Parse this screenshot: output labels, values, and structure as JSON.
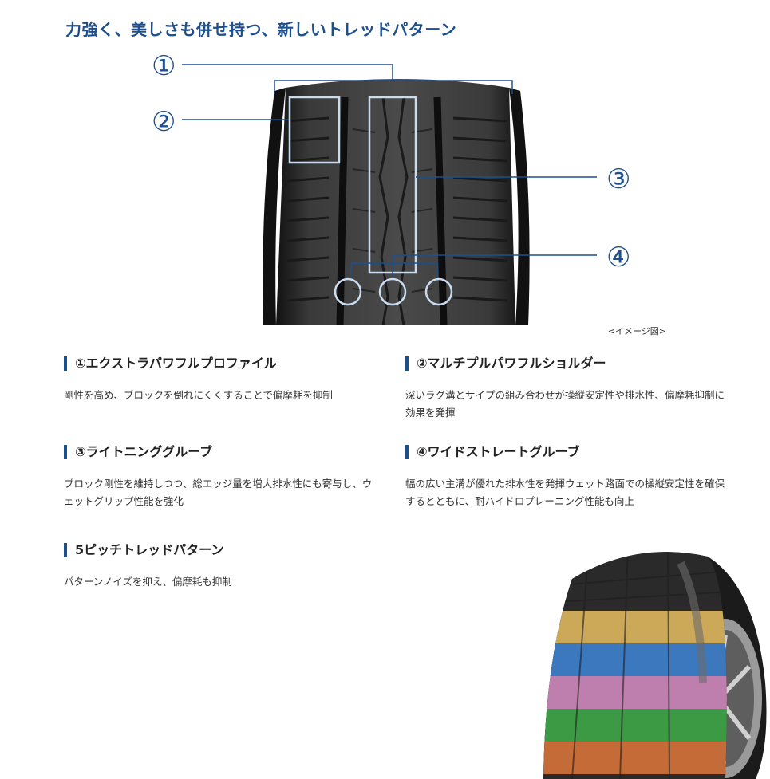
{
  "page": {
    "title": "力強く、美しさも併せ持つ、新しいトレッドパターン",
    "accent_color": "#1d4f8e"
  },
  "tread_figure": {
    "image": "tread-pattern-diagram",
    "markers": [
      "①",
      "②",
      "③",
      "④"
    ],
    "caption": "<イメージ図>"
  },
  "features": [
    {
      "heading": "①エクストラパワフルプロファイル",
      "text": "剛性を高め、ブロックを倒れにくくすることで偏摩耗を抑制"
    },
    {
      "heading": "②マルチプルパワフルショルダー",
      "text": "深いラグ溝とサイプの組み合わせが操縦安定性や排水性、偏摩耗抑制に効果を発揮"
    },
    {
      "heading": "③ライトニンググルーブ",
      "text": "ブロック剛性を維持しつつ、総エッジ量を増大排水性にも寄与し、ウェットグリップ性能を強化"
    },
    {
      "heading": "④ワイドストレートグルーブ",
      "text": "幅の広い主溝が優れた排水性を発揮ウェット路面での操縦安定性を確保するとともに、耐ハイドロプレーニング性能も向上"
    },
    {
      "heading": "5ピッチトレッドパターン",
      "text": "パターンノイズを抑え、偏摩耗も抑制"
    }
  ],
  "pitch_figure": {
    "image": "five-pitch-tire-photo",
    "band_colors": [
      "#e8c060",
      "#3f86d8",
      "#d98ec6",
      "#3fae4a",
      "#e0773a"
    ]
  }
}
